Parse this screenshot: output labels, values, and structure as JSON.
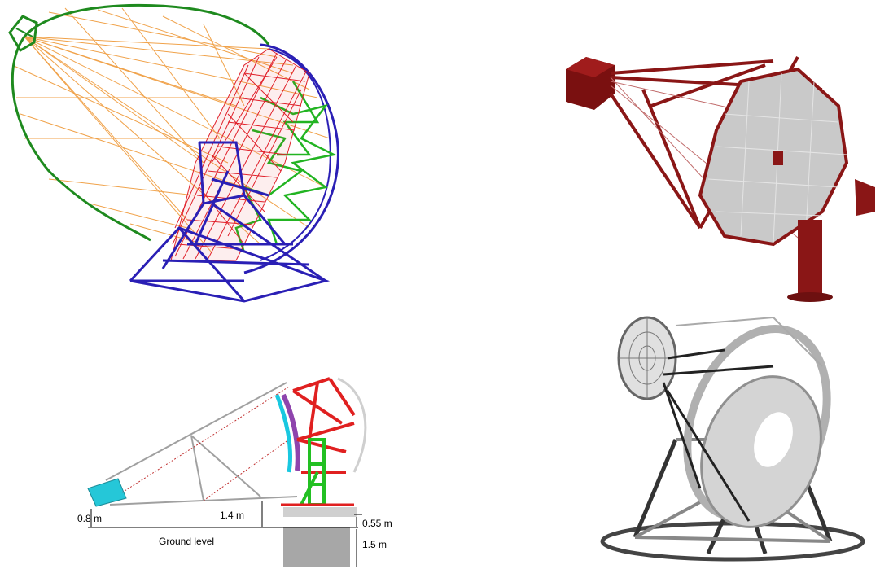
{
  "panels": {
    "top_left": {
      "colors": {
        "dish": "#2a1fb5",
        "arm": "#1e8a1e",
        "cables": "#f0a24a",
        "mirrors": "#e0202a",
        "bracing": "#22b422"
      }
    },
    "top_right": {
      "colors": {
        "frame": "#8a1616",
        "mirror": "#c9c9c9"
      }
    },
    "bottom_left": {
      "labels": {
        "height_camera": "0.8 m",
        "height_dish": "1.4 m",
        "height_platform": "0.55 m",
        "height_base": "1.5 m",
        "ground": "Ground level"
      },
      "colors": {
        "camera": "#25c7d8",
        "truss": "#e02020",
        "mount": "#22c022",
        "mirror": "#8e44ad",
        "mirror_edge": "#19c8e0"
      }
    },
    "bottom_right": {
      "colors": {
        "frame": "#9a9a9a",
        "dark": "#333333"
      }
    }
  }
}
